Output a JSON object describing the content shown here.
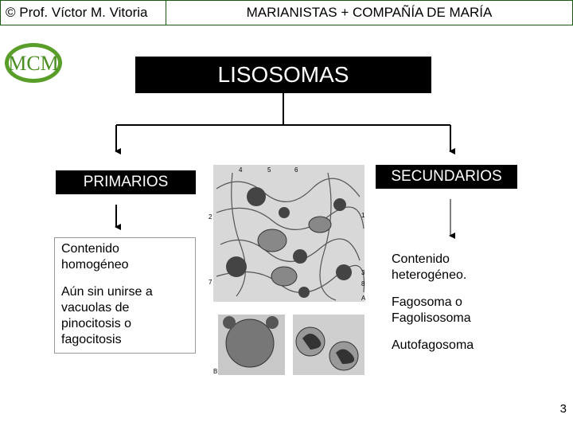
{
  "header": {
    "author": "© Prof. Víctor M. Vitoria",
    "institution": "MARIANISTAS + COMPAÑÍA DE MARÍA",
    "logo_text": "MCM"
  },
  "title": "LISOSOMAS",
  "branches": {
    "left": {
      "label": "PRIMARIOS",
      "items": [
        "Contenido homogéneo",
        "Aún sin unirse a vacuolas de pinocitosis o fagocitosis"
      ]
    },
    "right": {
      "label": "SECUNDARIOS",
      "items": [
        "Contenido heterogéneo.",
        "Fagosoma o Fagolisosoma",
        "Autofagosoma"
      ]
    }
  },
  "micrograph": {
    "labels": [
      "4",
      "5",
      "6",
      "2",
      "1",
      "7",
      "3",
      "8",
      "A",
      "B"
    ]
  },
  "page_number": "3",
  "colors": {
    "header_green": "#2f8f1e",
    "box_black": "#000000",
    "logo_green": "#5a9e2a"
  }
}
